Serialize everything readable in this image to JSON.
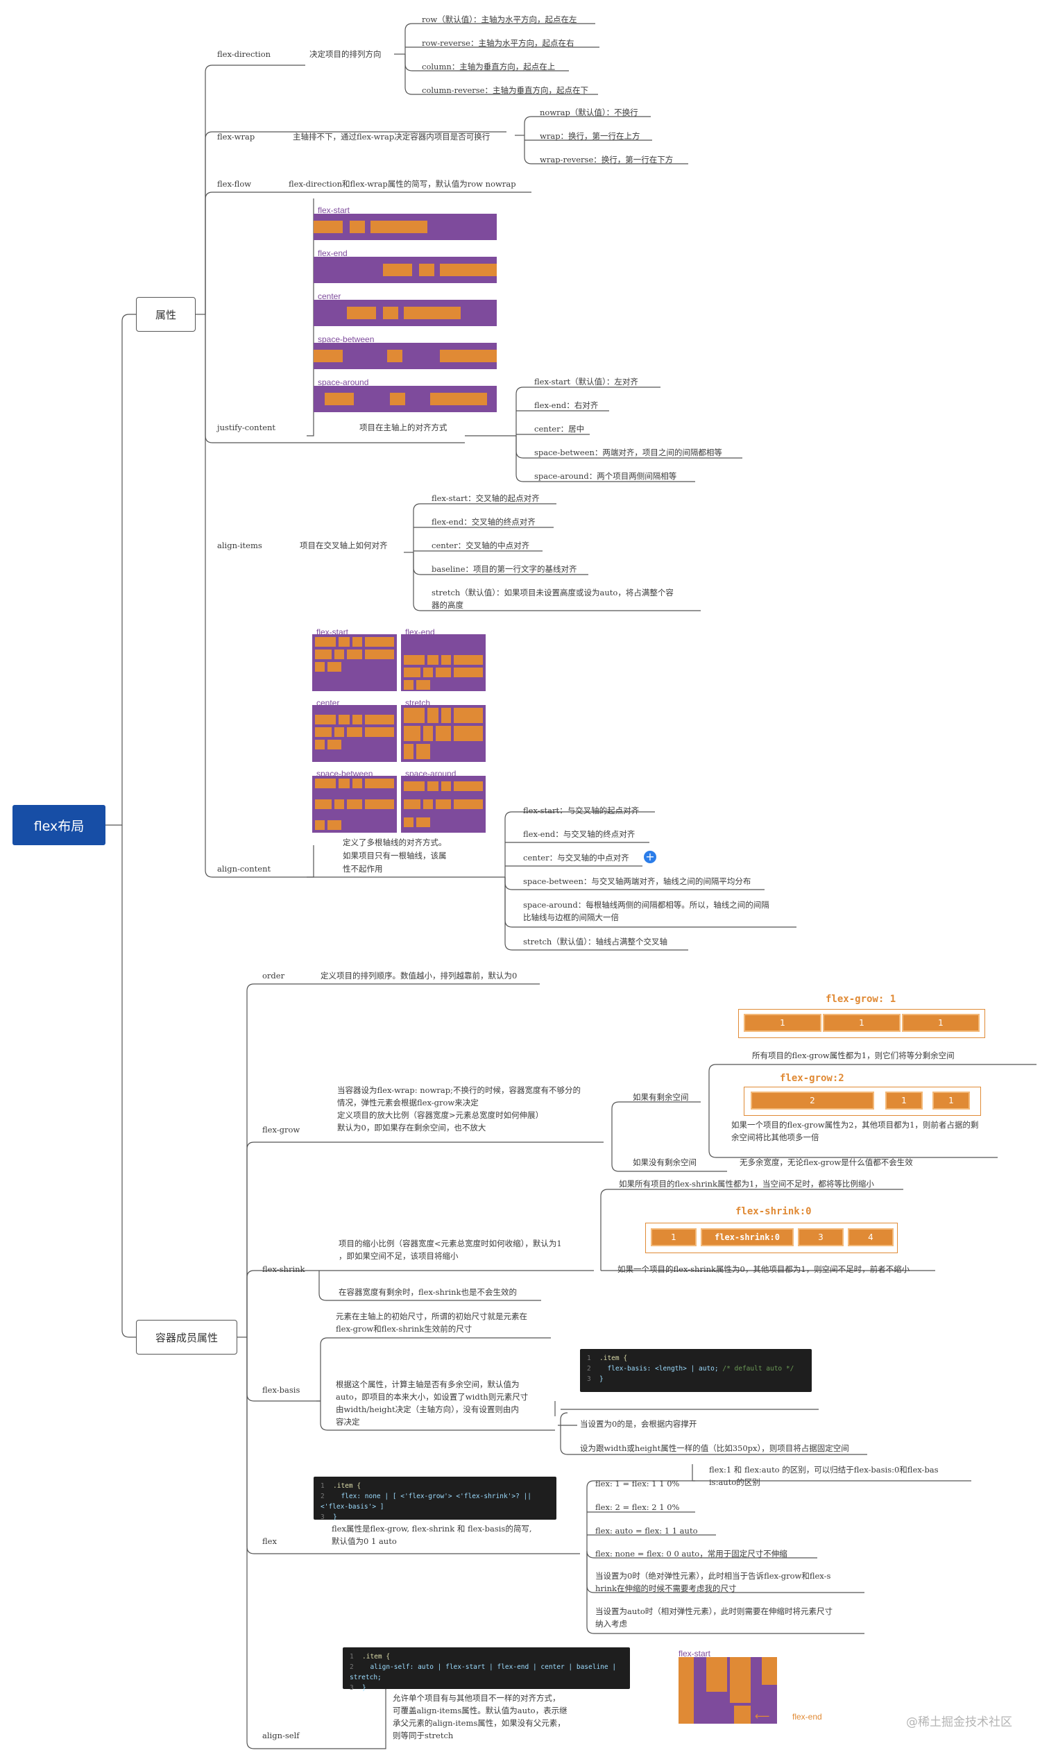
{
  "root": "flex布局",
  "groups": {
    "container": "属性",
    "item": "容器成员属性"
  },
  "flex_direction": {
    "name": "flex-direction",
    "desc": "决定项目的排列方向",
    "opts": [
      "row（默认值）：主轴为水平方向，起点在左",
      "row-reverse：主轴为水平方向，起点在右",
      "column：主轴为垂直方向，起点在上",
      "column-reverse：主轴为垂直方向，起点在下"
    ]
  },
  "flex_wrap": {
    "name": "flex-wrap",
    "desc": "主轴排不下，通过flex-wrap决定容器内项目是否可换行",
    "opts": [
      "nowrap（默认值）：不换行",
      "wrap：换行，第一行在上方",
      "wrap-reverse：换行，第一行在下方"
    ]
  },
  "flex_flow": {
    "name": "flex-flow",
    "desc": "flex-direction和flex-wrap属性的简写，默认值为row nowrap"
  },
  "justify_content": {
    "name": "justify-content",
    "desc": "项目在主轴上的对齐方式",
    "img_labels": [
      "flex-start",
      "flex-end",
      "center",
      "space-between",
      "space-around"
    ],
    "opts": [
      "flex-start（默认值）：左对齐",
      "flex-end：右对齐",
      "center：居中",
      "space-between：两端对齐，项目之间的间隔都相等",
      "space-around：两个项目两侧间隔相等"
    ]
  },
  "align_items": {
    "name": "align-items",
    "desc": "项目在交叉轴上如何对齐",
    "opts": [
      "flex-start：交叉轴的起点对齐",
      "flex-end：交叉轴的终点对齐",
      "center：交叉轴的中点对齐",
      "baseline：项目的第一行文字的基线对齐"
    ],
    "stretch_l1": "stretch（默认值）：如果项目未设置高度或设为auto，将占满整个容",
    "stretch_l2": "器的高度"
  },
  "align_content": {
    "name": "align-content",
    "img_labels": [
      "flex-start",
      "flex-end",
      "center",
      "stretch",
      "space-between",
      "space-around"
    ],
    "desc_l1": "定义了多根轴线的对齐方式。",
    "desc_l2": "如果项目只有一根轴线，该属",
    "desc_l3": "性不起作用",
    "opts": [
      "flex-start：与交叉轴的起点对齐",
      "flex-end：与交叉轴的终点对齐",
      "center：与交叉轴的中点对齐",
      "space-between：与交叉轴两端对齐，轴线之间的间隔平均分布"
    ],
    "around_l1": "space-around：每根轴线两侧的间隔都相等。所以，轴线之间的间隔",
    "around_l2": "比轴线与边框的间隔大一倍",
    "stretch": "stretch（默认值）：轴线占满整个交叉轴"
  },
  "order": {
    "name": "order",
    "desc": "定义项目的排列顺序。数值越小，排列越靠前，默认为0"
  },
  "flex_grow": {
    "name": "flex-grow",
    "desc_l1": "当容器设为flex-wrap: nowrap;不换行的时候，容器宽度有不够分的",
    "desc_l2": "情况，弹性元素会根据flex-grow来决定",
    "desc_l3": "定义项目的放大比例（容器宽度>元素总宽度时如何伸展）",
    "desc_l4": "默认为0，即如果存在剩余空间，也不放大",
    "has_space": "如果有剩余空间",
    "no_space": "如果没有剩余空间",
    "no_space_desc": "无多余宽度，无论flex-grow是什么值都不会生效",
    "img1_title": "flex-grow: 1",
    "img1_boxes": [
      "1",
      "1",
      "1"
    ],
    "all_one": "所有项目的flex-grow属性都为1，则它们将等分剩余空间",
    "img2_title": "flex-grow:2",
    "img2_boxes": [
      "2",
      "1",
      "1"
    ],
    "one_two_l1": "如果一个项目的flex-grow属性为2，其他项目都为1，则前者占据的剩",
    "one_two_l2": "余空间将比其他项多一倍"
  },
  "flex_shrink": {
    "name": "flex-shrink",
    "desc_l1": "项目的缩小比例（容器宽度<元素总宽度时如何收缩），默认为1",
    "desc_l2": "，即如果空间不足，该项目将缩小",
    "all_one": "如果所有项目的flex-shrink属性都为1，当空间不足时，都将等比例缩小",
    "img_title": "flex-shrink:0",
    "img_boxes": [
      "1",
      "flex-shrink:0",
      "3",
      "4"
    ],
    "zero": "如果一个项目的flex-shrink属性为0，其他项目都为1，则空间不足时，前者不缩小",
    "surplus": "在容器宽度有剩余时，flex-shrink也是不会生效的"
  },
  "flex_basis": {
    "name": "flex-basis",
    "desc1_l1": "元素在主轴上的初始尺寸，所谓的初始尺寸就是元素在",
    "desc1_l2": "flex-grow和flex-shrink生效前的尺寸",
    "desc2_l1": "根据这个属性，计算主轴是否有多余空间，默认值为",
    "desc2_l2": "auto，即项目的本来大小，如设置了width则元素尺寸",
    "desc2_l3": "由width/height决定（主轴方向），没有设置则由内",
    "desc2_l4": "容决定",
    "code_sel": ".item {",
    "code_body": "flex-basis: <length> | auto;",
    "code_comment": "/* default auto */",
    "code_end": "}",
    "zero": "当设置为0的是，会根据内容撑开",
    "width": "设为跟width或height属性一样的值（比如350px），则项目将占据固定空间"
  },
  "flex": {
    "name": "flex",
    "code_sel": ".item {",
    "code_body": "flex: none | [ <'flex-grow'> <'flex-shrink'>? || <'flex-basis'> ]",
    "code_end": "}",
    "desc_l1": "flex属性是flex-grow, flex-shrink 和 flex-basis的简写,",
    "desc_l2": "默认值为0 1 auto",
    "note_l1": "flex:1 和 flex:auto 的区别，可以归结于flex-basis:0和flex-bas",
    "note_l2": "is:auto的区别",
    "opts": [
      "flex: 1 = flex: 1 1 0%",
      "flex: 2 = flex: 2 1 0%",
      "flex: auto = flex: 1 1 auto",
      "flex: none = flex: 0 0 auto，常用于固定尺寸不伸缩"
    ],
    "zero_l1": "当设置为0时（绝对弹性元素），此时相当于告诉flex-grow和flex-s",
    "zero_l2": "hrink在伸缩的时候不需要考虑我的尺寸",
    "auto_l1": "当设置为auto时（相对弹性元素），此时则需要在伸缩时将元素尺寸",
    "auto_l2": "纳入考虑"
  },
  "align_self": {
    "name": "align-self",
    "code_sel": ".item {",
    "code_body": "align-self: auto | flex-start | flex-end | center | baseline | stretch;",
    "code_end": "}",
    "desc_l1": "允许单个项目有与其他项目不一样的对齐方式，",
    "desc_l2": "可覆盖align-items属性。默认值为auto，表示继",
    "desc_l3": "承父元素的align-items属性，如果没有父元素，",
    "desc_l4": "则等同于stretch",
    "img_top": "flex-start",
    "img_bottom": "flex-end"
  },
  "watermark": "@稀土掘金技术社区",
  "colors": {
    "root": "#174ea6",
    "purple": "#7e4b9c",
    "orange": "#e08a35",
    "line": "#555555"
  }
}
